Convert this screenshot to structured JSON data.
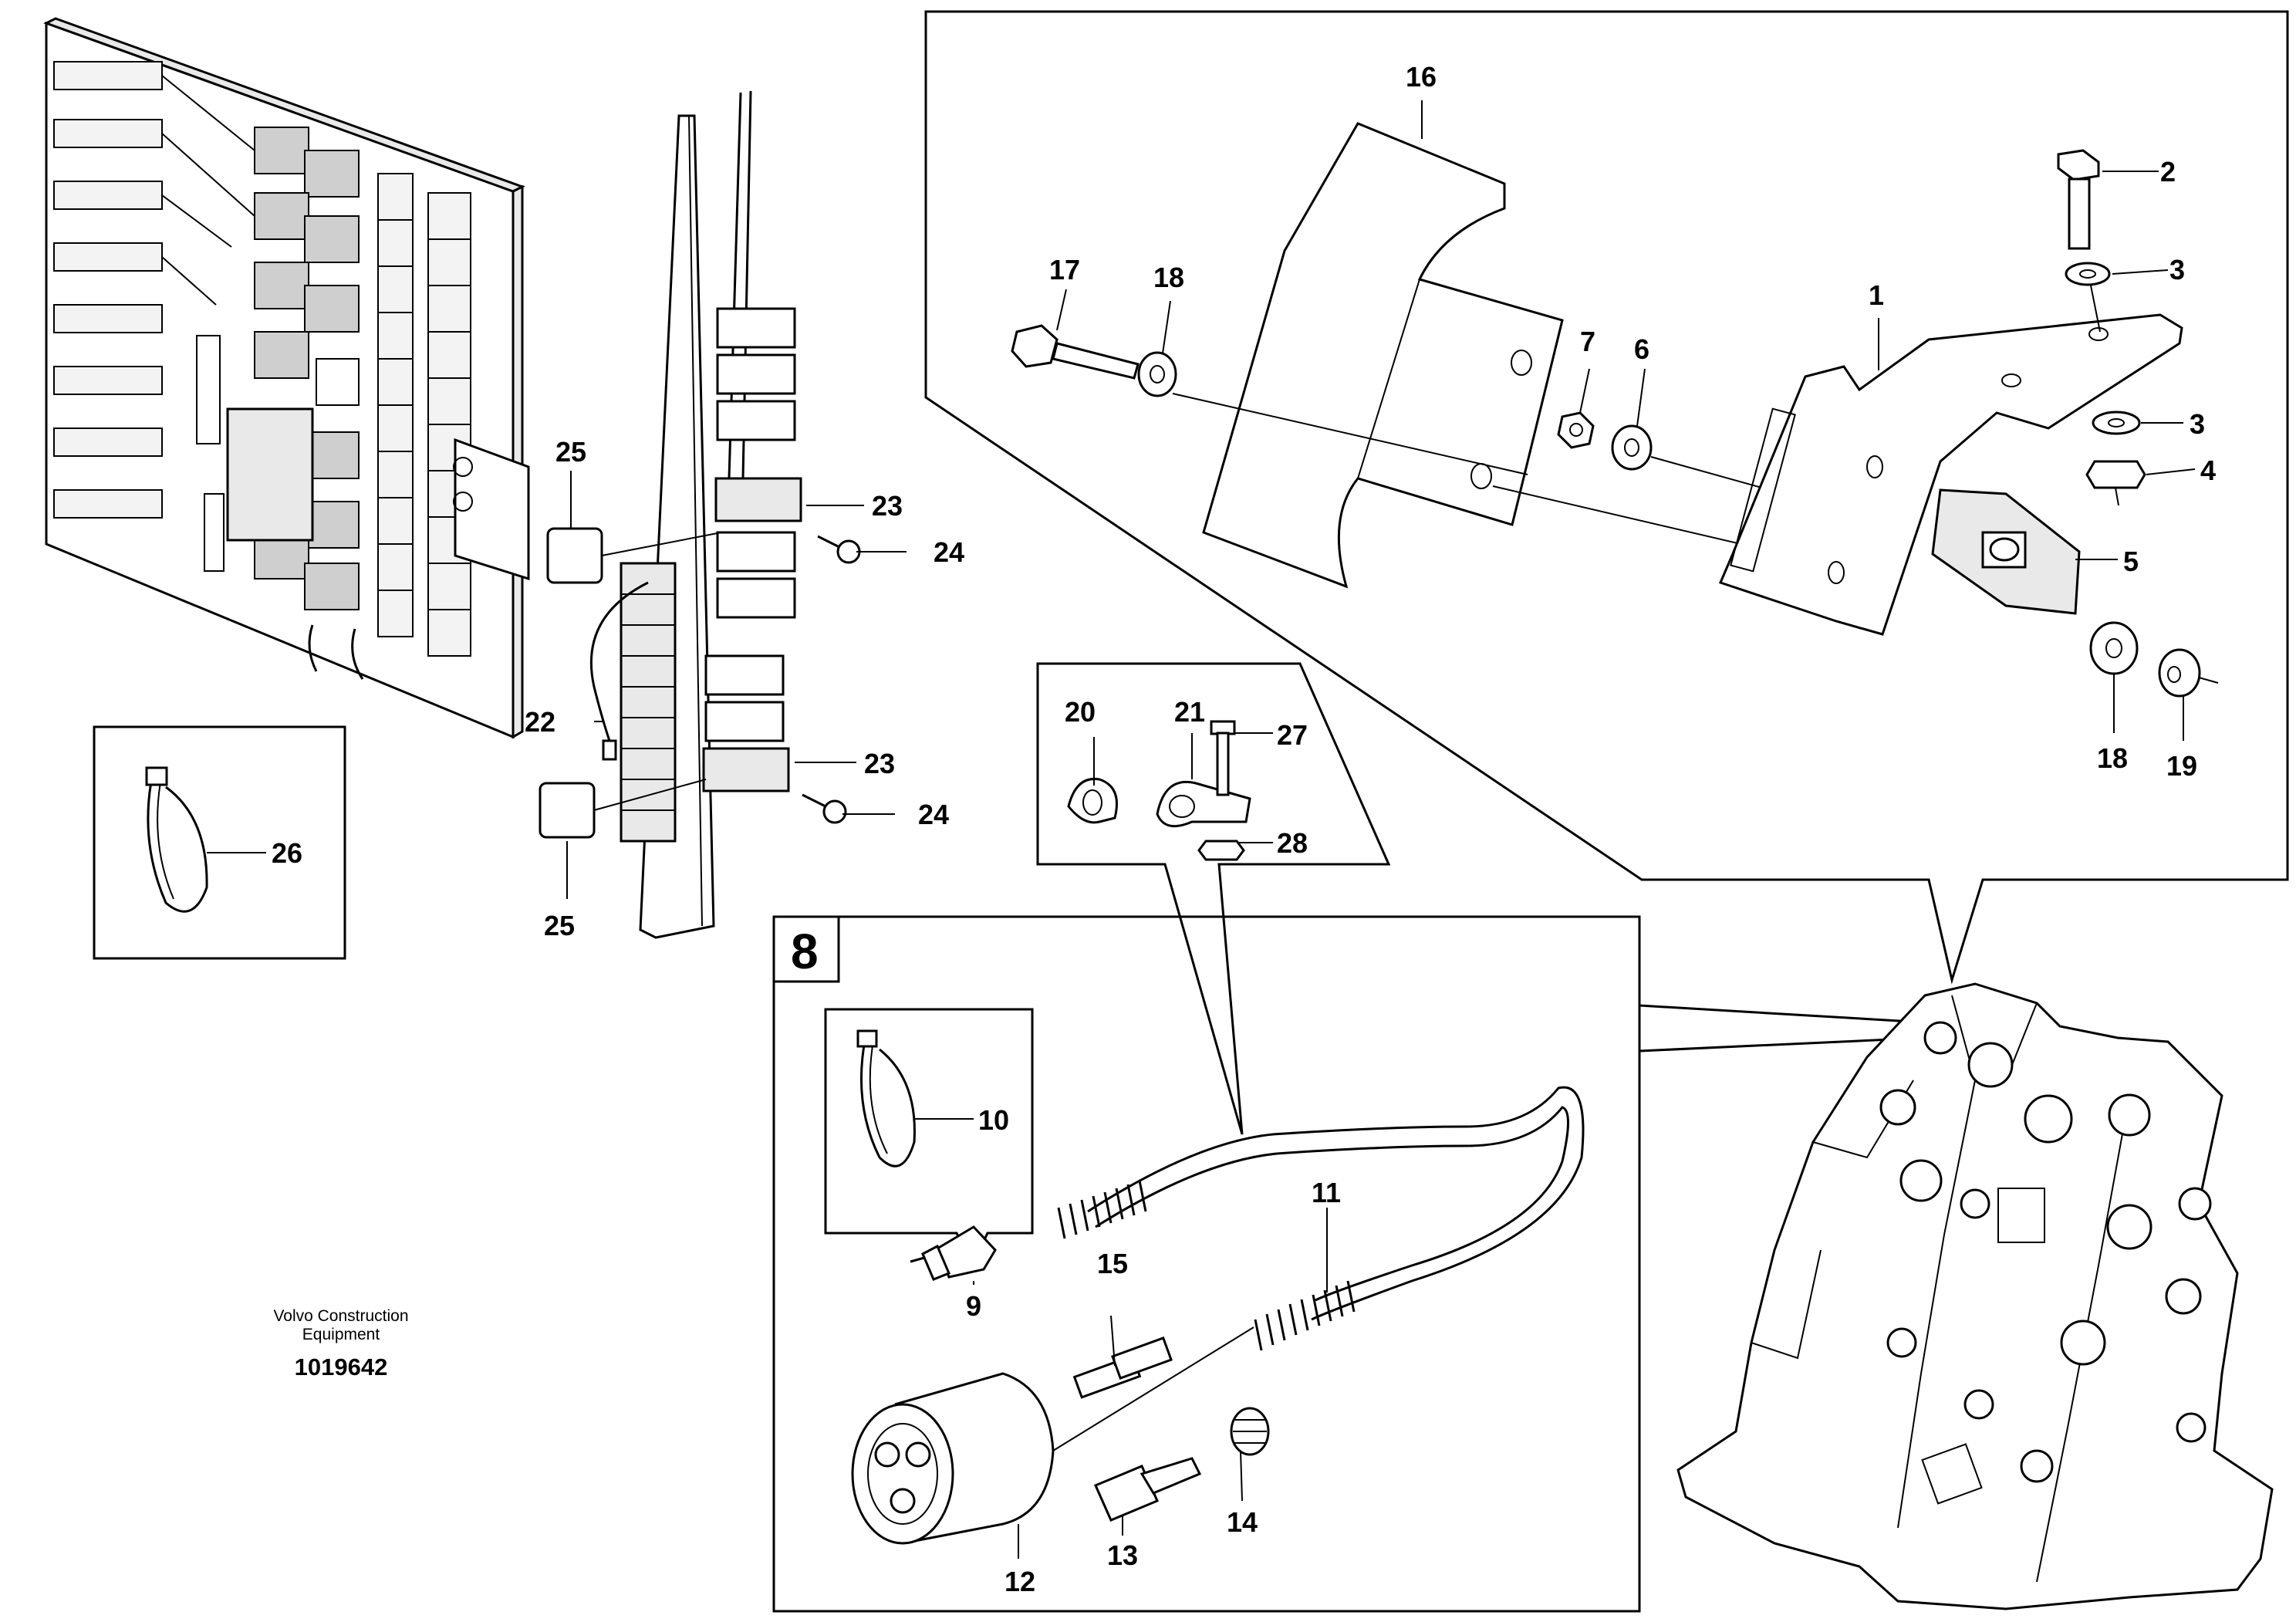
{
  "credit": {
    "line1": "Volvo Construction",
    "line2": "Equipment",
    "doc_number": "1019642"
  },
  "inset_badge": "8",
  "callouts": [
    {
      "id": "1",
      "label": "1"
    },
    {
      "id": "2",
      "label": "2"
    },
    {
      "id": "3a",
      "label": "3"
    },
    {
      "id": "3b",
      "label": "3"
    },
    {
      "id": "4",
      "label": "4"
    },
    {
      "id": "5",
      "label": "5"
    },
    {
      "id": "6",
      "label": "6"
    },
    {
      "id": "7",
      "label": "7"
    },
    {
      "id": "9",
      "label": "9"
    },
    {
      "id": "10",
      "label": "10"
    },
    {
      "id": "11",
      "label": "11"
    },
    {
      "id": "12",
      "label": "12"
    },
    {
      "id": "13",
      "label": "13"
    },
    {
      "id": "14",
      "label": "14"
    },
    {
      "id": "15",
      "label": "15"
    },
    {
      "id": "16",
      "label": "16"
    },
    {
      "id": "17",
      "label": "17"
    },
    {
      "id": "18a",
      "label": "18"
    },
    {
      "id": "18b",
      "label": "18"
    },
    {
      "id": "19",
      "label": "19"
    },
    {
      "id": "20",
      "label": "20"
    },
    {
      "id": "21",
      "label": "21"
    },
    {
      "id": "22",
      "label": "22"
    },
    {
      "id": "23a",
      "label": "23"
    },
    {
      "id": "23b",
      "label": "23"
    },
    {
      "id": "24a",
      "label": "24"
    },
    {
      "id": "24b",
      "label": "24"
    },
    {
      "id": "25a",
      "label": "25"
    },
    {
      "id": "25b",
      "label": "25"
    },
    {
      "id": "26",
      "label": "26"
    },
    {
      "id": "27",
      "label": "27"
    },
    {
      "id": "28",
      "label": "28"
    }
  ]
}
